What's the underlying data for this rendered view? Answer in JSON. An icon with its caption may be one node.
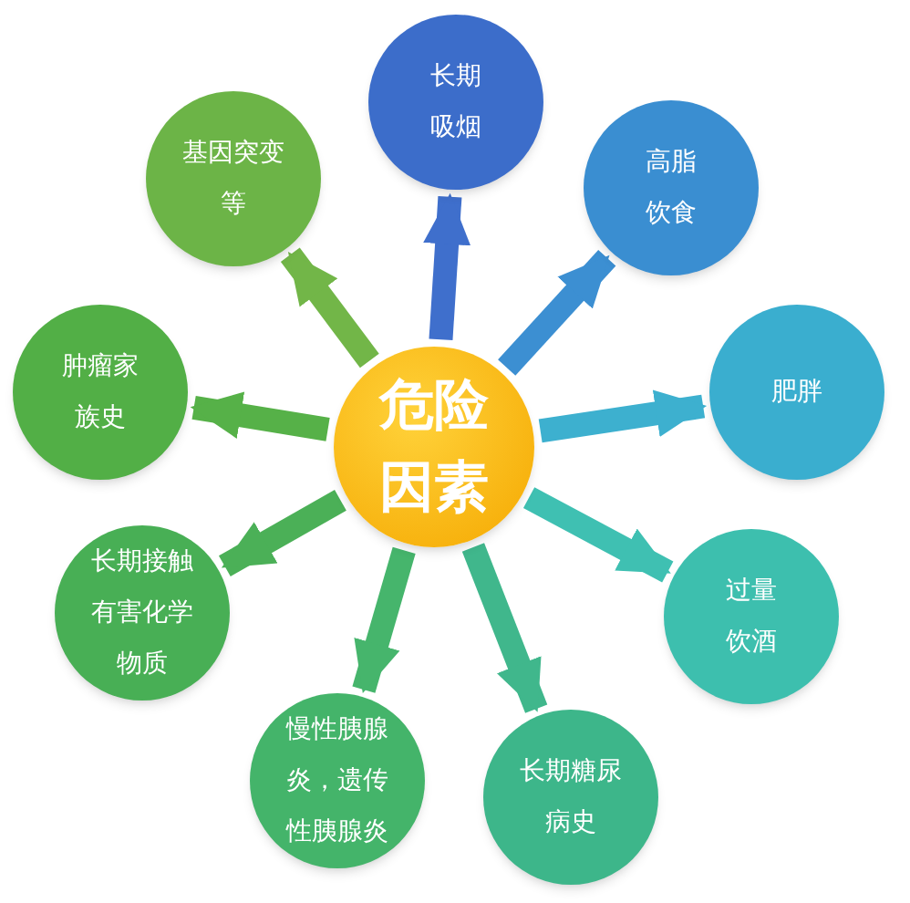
{
  "diagram": {
    "nodes": [
      {
        "text": [
          "危险因素"
        ]
      },
      {
        "text": [
          "长期吸烟"
        ]
      },
      {
        "text": [
          "高脂饮食"
        ]
      },
      {
        "text": [
          "肥胖"
        ]
      },
      {
        "text": [
          "过量饮酒"
        ]
      },
      {
        "text": [
          "长期糖尿病史"
        ]
      },
      {
        "text": [
          "慢性胰腺炎，遗传性胰腺炎"
        ]
      },
      {
        "text": [
          "长期接触有害化学物质"
        ]
      },
      {
        "text": [
          "肿瘤家族史"
        ]
      },
      {
        "text": [
          "基因突变等"
        ]
      }
    ],
    "edges": [
      {
        "from": 0,
        "to": 1,
        "arrow": "to",
        "color": "#3f6fcc"
      },
      {
        "from": 0,
        "to": 2,
        "arrow": "to",
        "color": "#3c8fd2"
      },
      {
        "from": 0,
        "to": 3,
        "arrow": "to",
        "color": "#3db0cf"
      },
      {
        "from": 0,
        "to": 4,
        "arrow": "to",
        "color": "#3fc0b2"
      },
      {
        "from": 0,
        "to": 5,
        "arrow": "to",
        "color": "#40b78c"
      },
      {
        "from": 0,
        "to": 6,
        "arrow": "to",
        "color": "#46b56c"
      },
      {
        "from": 0,
        "to": 7,
        "arrow": "to",
        "color": "#4bb057"
      },
      {
        "from": 0,
        "to": 8,
        "arrow": "to",
        "color": "#56b148"
      },
      {
        "from": 0,
        "to": 9,
        "arrow": "to",
        "color": "#72b648"
      }
    ]
  }
}
